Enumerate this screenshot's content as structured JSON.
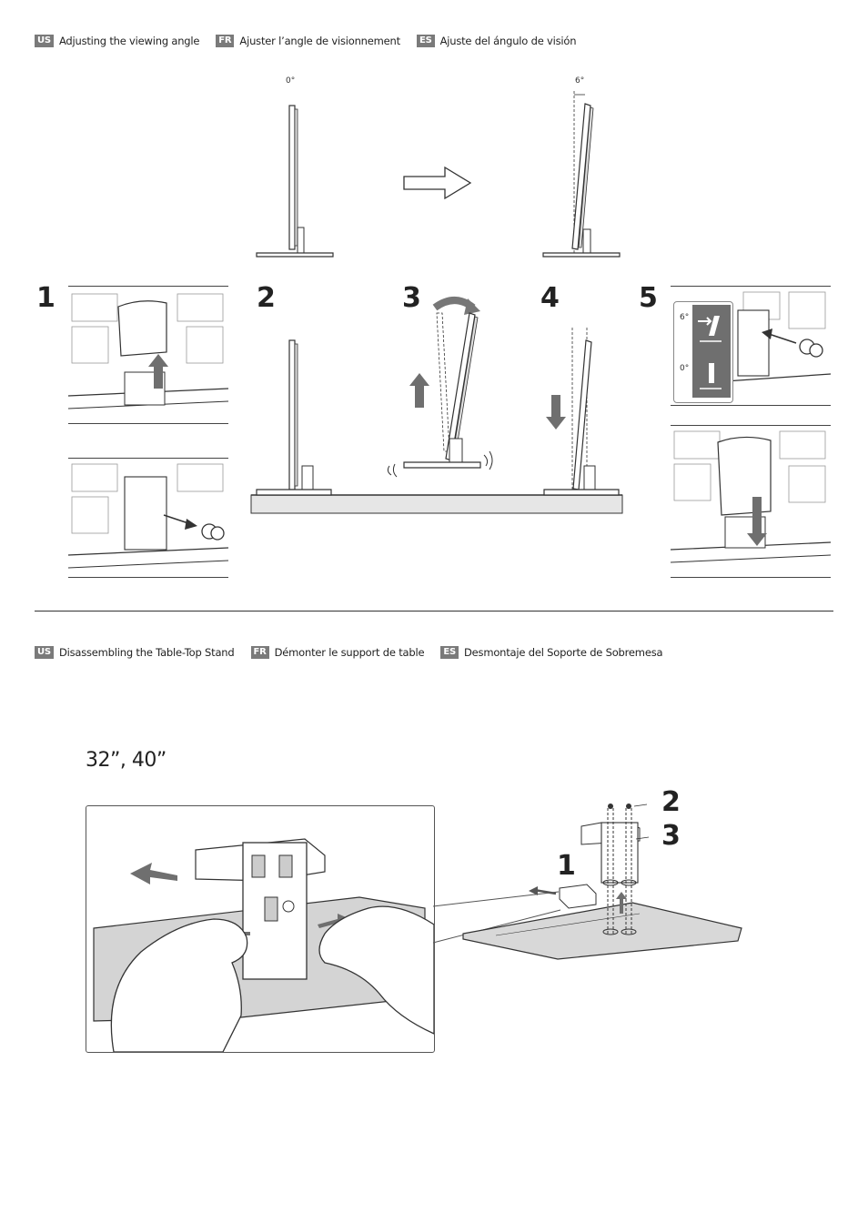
{
  "section1": {
    "languages": [
      {
        "code": "US",
        "text": "Adjusting the viewing angle"
      },
      {
        "code": "FR",
        "text": "Ajuster l’angle de visionnement"
      },
      {
        "code": "ES",
        "text": "Ajuste del ángulo de visión"
      }
    ],
    "angle_start": "0°",
    "angle_end": "6°",
    "steps": [
      "1",
      "2",
      "3",
      "4",
      "5"
    ],
    "inset_angle_top": "6°",
    "inset_angle_bottom": "0°"
  },
  "section2": {
    "languages": [
      {
        "code": "US",
        "text": "Disassembling the Table-Top Stand"
      },
      {
        "code": "FR",
        "text": "Démonter le support de table"
      },
      {
        "code": "ES",
        "text": "Desmontaje del Soporte de Sobremesa"
      }
    ],
    "size_label": "32”, 40”",
    "callouts": [
      "1",
      "2",
      "3"
    ]
  },
  "colors": {
    "badge": "#7a7a7a",
    "arrow": "#6f6f6f",
    "line": "#333333"
  }
}
